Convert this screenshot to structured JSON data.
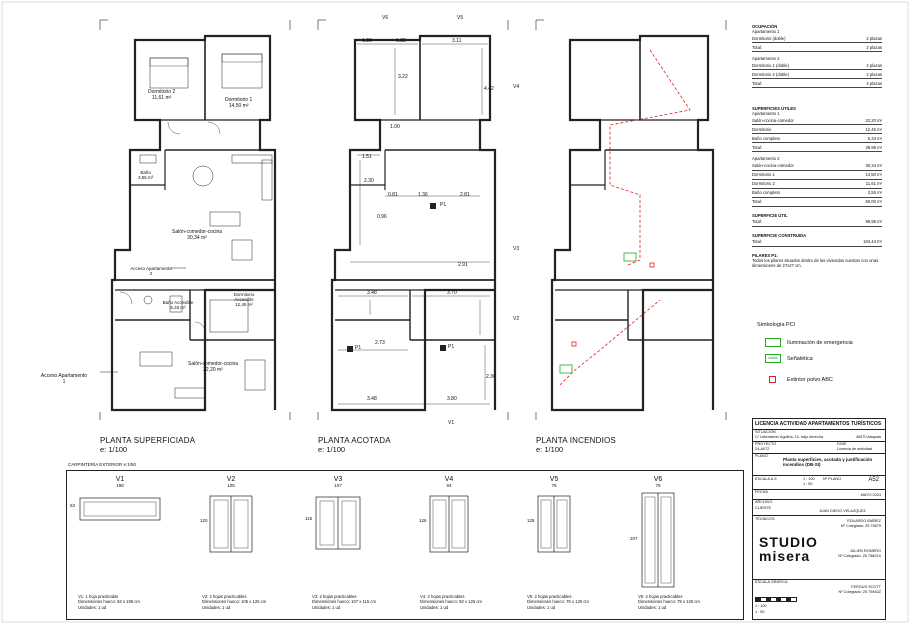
{
  "plans": [
    {
      "id": "superficiada",
      "title": "PLANTA SUPERFICIADA",
      "scale": "e: 1/100"
    },
    {
      "id": "acotada",
      "title": "PLANTA ACOTADA",
      "scale": "e: 1/100"
    },
    {
      "id": "incendios",
      "title": "PLANTA INCENDIOS",
      "scale": "e: 1/100"
    }
  ],
  "rooms": {
    "dorm2": "Dormitorio 2",
    "dorm2_area": "11,61 m²",
    "dorm1": "Dormitorio 1",
    "dorm1_area": "14,50 m²",
    "bano": "Baño",
    "bano_area": "3,55 m²",
    "salon1": "Salón-comedor-cocina",
    "salon1_area": "30,34 m²",
    "acceso2": "Acceso Apartamento 2",
    "bano_acc": "Baño Accesible",
    "bano_acc_area": "5,33 m²",
    "dorm_acc": "Dormitorio Accesible",
    "dorm_acc_area": "12,45 m²",
    "salon2": "Salón-comedor-cocina",
    "salon2_area": "22,20 m²",
    "acceso1": "Acceso Apartamento 1"
  },
  "dims": {
    "d130": "1.30",
    "d182": "1.82",
    "d311": "3.11",
    "d322": "3.22",
    "d442": "4.42",
    "d100": "1.00",
    "d151": "1.51",
    "d230": "2.30",
    "d081": "0.81",
    "d136": "1.36",
    "d281": "2.81",
    "d096": "0.96",
    "d291": "2.91",
    "d348": "3.48",
    "d370": "3.70",
    "d273": "2.73",
    "d380": "3.80",
    "d236": "2.36",
    "p1a": "P1",
    "p1b": "P1",
    "p1c": "P1",
    "v6": "V6",
    "v5": "V5",
    "v4": "V4",
    "v3": "V3",
    "v2": "V2",
    "v1": "V1"
  },
  "occupancy": {
    "title": "OCUPACIÓN",
    "apt1": "Apartamento 1",
    "apt1_rows": [
      [
        "Dormitorio (doble)",
        "2 plazas"
      ],
      [
        "Total:",
        "2 plazas"
      ]
    ],
    "apt2": "Apartamento 2",
    "apt2_rows": [
      [
        "Dormitorio 1 (doble)",
        "2 plazas"
      ],
      [
        "Dormitorio 2 (doble)",
        "2 plazas"
      ],
      [
        "Total:",
        "4 plazas"
      ]
    ]
  },
  "surfaces": {
    "title": "SUPERFICIES ÚTILES",
    "apt1": "Apartamento 1",
    "apt1_rows": [
      [
        "Salón-cocina-comedor",
        "22,20 m²"
      ],
      [
        "Dormitorio",
        "12,45 m²"
      ],
      [
        "Baño completo",
        "5,33 m²"
      ],
      [
        "Total:",
        "39,98 m²"
      ]
    ],
    "apt2": "Apartamento 2",
    "apt2_rows": [
      [
        "Salón-cocina-comedor",
        "30,34 m²"
      ],
      [
        "Dormitorio 1",
        "14,50 m²"
      ],
      [
        "Dormitorio 2",
        "11,61 m²"
      ],
      [
        "Baño completo",
        "3,55 m²"
      ],
      [
        "Total:",
        "60,00 m²"
      ]
    ],
    "util_title": "SUPERFICIE ÚTIL",
    "util_row": [
      "Total:",
      "99,98 m²"
    ],
    "built_title": "SUPERFICIE CONSTRUIDA",
    "built_row": [
      "Total:",
      "104,44 m²"
    ],
    "pillars_title": "PILARES P1:",
    "pillars_text": "Todos los pilares situados dentro de las viviendas cuentan con unas dimensiones de 27x27 cm."
  },
  "legend": {
    "title": "Simbología PCI",
    "items": [
      "Iluminación de emergencia",
      "Señalética",
      "Extintor polvo ABC"
    ],
    "sign_label": "salida"
  },
  "carpentry": {
    "title": "CARPINTERÍA EXTERIOR e:1/50",
    "windows": [
      {
        "name": "V1",
        "w": "198",
        "h": "63",
        "desc": "V1: 1 hoja practicable",
        "dim": "Dimensiones hueco: 63 x 198 cm",
        "units": "Unidades: 1 ud"
      },
      {
        "name": "V2",
        "w": "105",
        "h": "120",
        "desc": "V2: 2 hojas practicables",
        "dim": "Dimensiones hueco: 105 x 120 cm",
        "units": "Unidades: 1 ud"
      },
      {
        "name": "V3",
        "w": "107",
        "h": "115",
        "desc": "V3: 2 hojas practicables",
        "dim": "Dimensiones hueco: 107 x 115 cm",
        "units": "Unidades: 1 ud"
      },
      {
        "name": "V4",
        "w": "93",
        "h": "126",
        "desc": "V4: 2 hojas practicables",
        "dim": "Dimensiones hueco: 93 x 126 cm",
        "units": "Unidades: 1 ud"
      },
      {
        "name": "V5",
        "w": "79",
        "h": "125",
        "desc": "V5: 2 hojas practicables",
        "dim": "Dimensiones hueco: 79 x 125 cm",
        "units": "Unidades: 1 ud"
      },
      {
        "name": "V6",
        "w": "79",
        "h": "207",
        "desc": "V6: 2 hojas practicables",
        "dim": "Dimensiones hueco: 79 x 125 cm",
        "units": "Unidades: 1 ud"
      }
    ]
  },
  "titleblock": {
    "title": "LICENCIA ACTIVIDAD APARTAMENTOS TURÍSTICOS",
    "situacion_label": "SITUACIÓN",
    "situacion": "C/ Lebrelabre/ Aguilha, 10, bajo derecha",
    "cp": "46970 Alaquàs",
    "proyecto_label": "PROYECTO",
    "proyecto": "24-A072",
    "fase_label": "FASE",
    "fase": "Licencia de actividad",
    "plano_label": "PLANO",
    "plano": "Planta superficies, acotada y justificación incendios (DB-SI)",
    "escala_label": "ESCALA A-3",
    "escala1": "1 : 100",
    "escala2": "1 : 50",
    "nplano_label": "Nº PLANO",
    "nplano": "A52",
    "fecha_label": "FECHA",
    "fecha": "MAYO 2024",
    "archivo_label": "ARCHIVO",
    "cliente_label": "CLIENTE",
    "cliente": "JUAN DIEGO VELAZQUEZ",
    "tecnicos_label": "TÉCNICOS",
    "tec1": "EDUARDO IBÁÑEZ",
    "tec1_col": "Nº Colegiado: 25 75879",
    "tec2": "JULIEN ROMERO",
    "tec2_col": "Nº Colegiado: 25 75801X",
    "tec3": "FERGUS SCOTT",
    "tec3_col": "Nº Colegiado: 25 79462Z",
    "logo1": "STUDIO",
    "logo2": "misera",
    "escala_grafica": "ESCALA GRÁFICA",
    "eg1": "1 : 100",
    "eg2": "1 : 50"
  }
}
